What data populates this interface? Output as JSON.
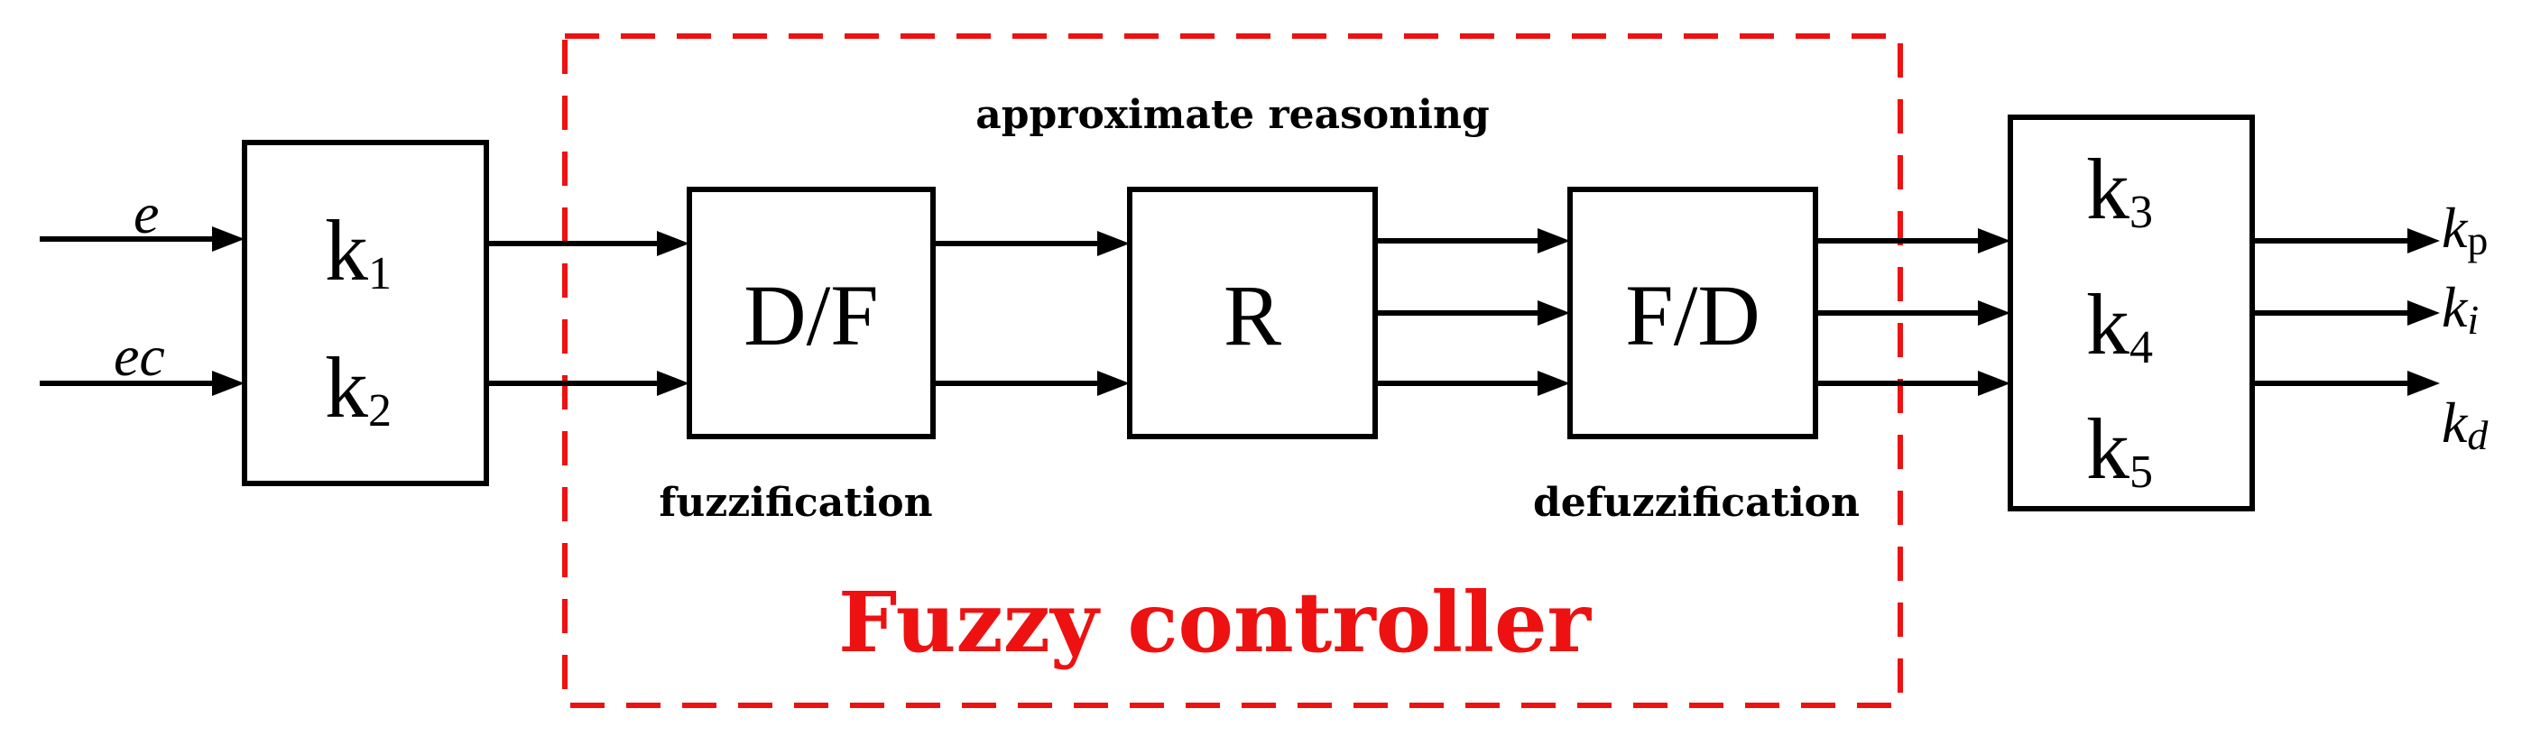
{
  "diagram": {
    "inputs": {
      "e": "e",
      "ec": "ec"
    },
    "block_k12": {
      "k1_base": "k",
      "k1_sub": "1",
      "k2_base": "k",
      "k2_sub": "2"
    },
    "block_df": {
      "label": "D/F",
      "caption": "fuzzification"
    },
    "block_r": {
      "label": "R"
    },
    "block_fd": {
      "label": "F/D",
      "caption": "defuzzification"
    },
    "reasoning_label": "approximate reasoning",
    "controller_title": "Fuzzy controller",
    "block_k345": {
      "k3_base": "k",
      "k3_sub": "3",
      "k4_base": "k",
      "k4_sub": "4",
      "k5_base": "k",
      "k5_sub": "5"
    },
    "outputs": {
      "kp_base": "k",
      "kp_sub": "p",
      "ki_base": "k",
      "ki_sub": "i",
      "kd_base": "k",
      "kd_sub": "d"
    },
    "colors": {
      "line": "#000000",
      "accent_red": "#ee1111"
    }
  }
}
